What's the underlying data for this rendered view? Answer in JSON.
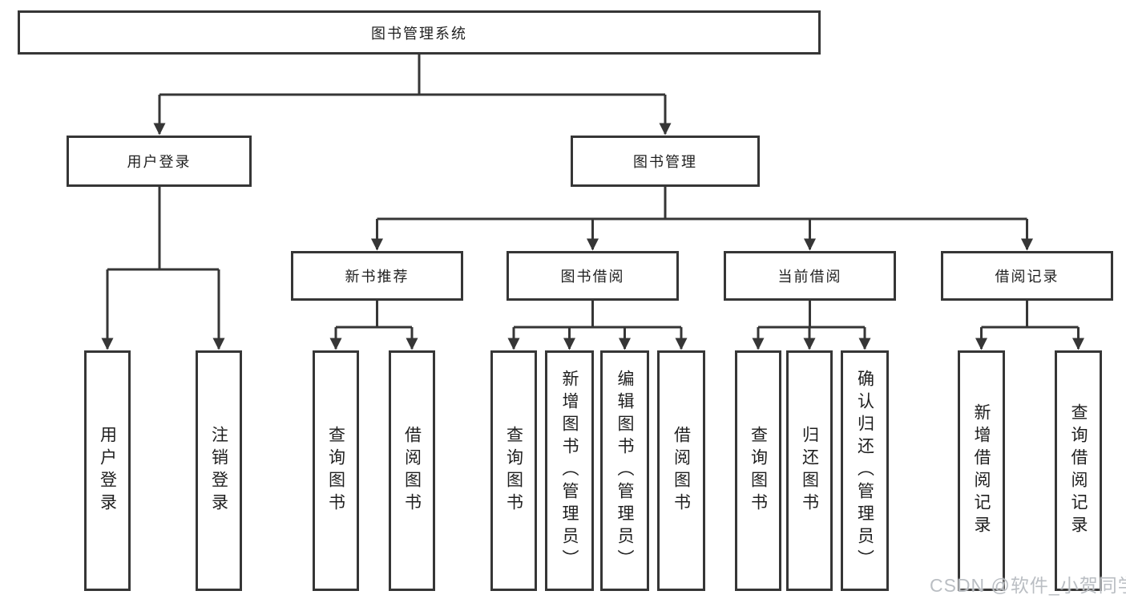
{
  "diagram": {
    "root": {
      "label": "图书管理系统"
    },
    "level2": {
      "user_login": {
        "label": "用户登录"
      },
      "book_management": {
        "label": "图书管理"
      }
    },
    "level3": {
      "new_book_recommend": {
        "label": "新书推荐"
      },
      "book_borrow": {
        "label": "图书借阅"
      },
      "current_borrow": {
        "label": "当前借阅"
      },
      "borrow_records": {
        "label": "借阅记录"
      }
    },
    "leaves": {
      "user_login": [
        "用户登录",
        "注销登录"
      ],
      "new_book_recommend": [
        "查询图书",
        "借阅图书"
      ],
      "book_borrow": [
        "查询图书",
        "新增图书（管理员）",
        "编辑图书（管理员）",
        "借阅图书"
      ],
      "current_borrow": [
        "查询图书",
        "归还图书",
        "确认归还（管理员）"
      ],
      "borrow_records": [
        "新增借阅记录",
        "查询借阅记录"
      ]
    }
  },
  "watermark": "CSDN @软件_小贺同学",
  "colors": {
    "line": "#363636",
    "text": "#1f1f1f",
    "watermark": "#b6bbc0"
  }
}
